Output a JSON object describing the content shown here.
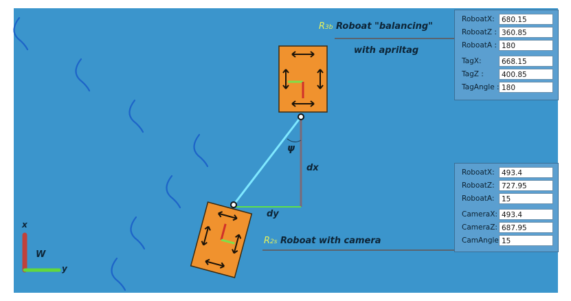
{
  "colors": {
    "water": "#3b95cc",
    "boat": "#f0922e",
    "link": "#7fe8ff",
    "dx_line": "#7a6a78",
    "dy_line": "#5ee04a",
    "wave": "#1d64c8",
    "axis_x": "#c0413b",
    "axis_y": "#62d83c"
  },
  "icons": {
    "wave": "wave-arc-icon",
    "arrow": "double-arrow-icon"
  },
  "top_caption": {
    "r_label": "R",
    "r_sub": "3b",
    "title": "Roboat \"balancing\"",
    "line2": "with apriltag"
  },
  "bottom_caption": {
    "r_label": "R",
    "r_sub": "2s",
    "title": "Roboat  with camera"
  },
  "labels": {
    "psi": "ψ",
    "dx": "dx",
    "dy": "dy",
    "axis_x": "x",
    "axis_y": "y",
    "frame": "W"
  },
  "top_panel": [
    {
      "label": "RoboatX:",
      "value": "680.15"
    },
    {
      "label": "RoboatZ :",
      "value": "360.85"
    },
    {
      "label": "RoboatA :",
      "value": "180"
    },
    {
      "label": "TagX:",
      "value": "668.15"
    },
    {
      "label": "TagZ :",
      "value": "400.85"
    },
    {
      "label": "TagAngle :",
      "value": "180"
    }
  ],
  "bottom_panel": [
    {
      "label": "RoboatX:",
      "value": "493.4"
    },
    {
      "label": "RoboatZ:",
      "value": "727.95"
    },
    {
      "label": "RoboatA:",
      "value": "15"
    },
    {
      "label": "CameraX:",
      "value": "493.4"
    },
    {
      "label": "CameraZ:",
      "value": "687.95"
    },
    {
      "label": "CamAngle:",
      "value": "15"
    }
  ]
}
